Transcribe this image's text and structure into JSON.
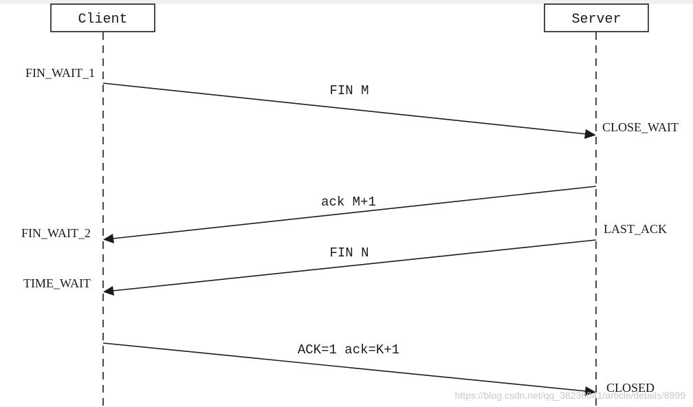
{
  "participants": {
    "client": "Client",
    "server": "Server"
  },
  "states": {
    "fin_wait_1": "FIN_WAIT_1",
    "fin_wait_2": "FIN_WAIT_2",
    "time_wait": "TIME_WAIT",
    "close_wait": "CLOSE_WAIT",
    "last_ack": "LAST_ACK",
    "closed": "CLOSED"
  },
  "messages": {
    "fin_m": "FIN M",
    "ack_m1": "ack M+1",
    "fin_n": "FIN N",
    "ack_k1": "ACK=1 ack=K+1"
  },
  "watermark": "https://blog.csdn.net/qq_38238041/article/details/8999"
}
